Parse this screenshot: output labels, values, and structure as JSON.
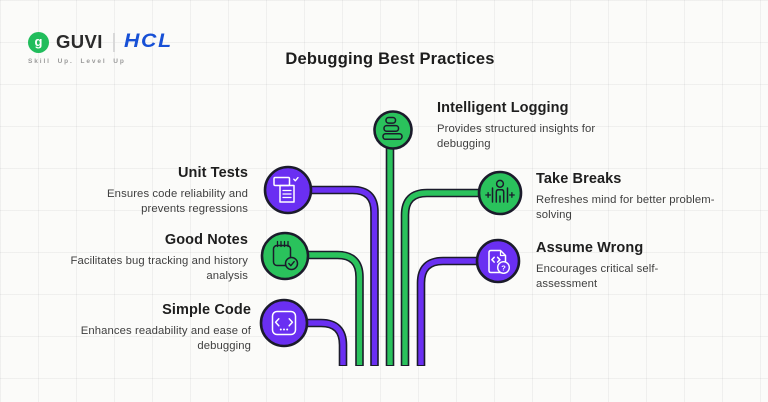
{
  "brand": {
    "guvi_glyph": "g",
    "guvi_text": "GUVI",
    "hcl_text": "HCL",
    "tagline": "Skill Up. Level Up",
    "guvi_green": "#21BD5C",
    "hcl_blue": "#1750D6"
  },
  "page_title": "Debugging Best Practices",
  "colors": {
    "green": "#2AC25C",
    "purple": "#6A2FF2",
    "outline": "#1B1B2B",
    "title_text": "#1E1E1E",
    "desc_text": "#3F3F3F",
    "background": "#FBFBF9"
  },
  "items": [
    {
      "id": "intelligent-logging",
      "label": "Intelligent Logging",
      "description": "Provides structured insights for\ndebugging",
      "icon": "logs-icon",
      "color": "#2AC25C",
      "side": "top"
    },
    {
      "id": "unit-tests",
      "label": "Unit Tests",
      "description": "Ensures code reliability and\nprevents regressions",
      "icon": "test-report-icon",
      "color": "#6A2FF2",
      "side": "left"
    },
    {
      "id": "good-notes",
      "label": "Good Notes",
      "description": "Facilitates bug tracking and history\nanalysis",
      "icon": "notepad-check-icon",
      "color": "#2AC25C",
      "side": "left"
    },
    {
      "id": "simple-code",
      "label": "Simple Code",
      "description": "Enhances readability and ease of\ndebugging",
      "icon": "code-block-icon",
      "color": "#6A2FF2",
      "side": "left"
    },
    {
      "id": "take-breaks",
      "label": "Take Breaks",
      "description": "Refreshes mind for better problem-\nsolving",
      "icon": "person-break-icon",
      "color": "#2AC25C",
      "side": "right"
    },
    {
      "id": "assume-wrong",
      "label": "Assume Wrong",
      "description": "Encourages critical self-\nassessment",
      "icon": "document-question-icon",
      "color": "#6A2FF2",
      "side": "right"
    }
  ]
}
